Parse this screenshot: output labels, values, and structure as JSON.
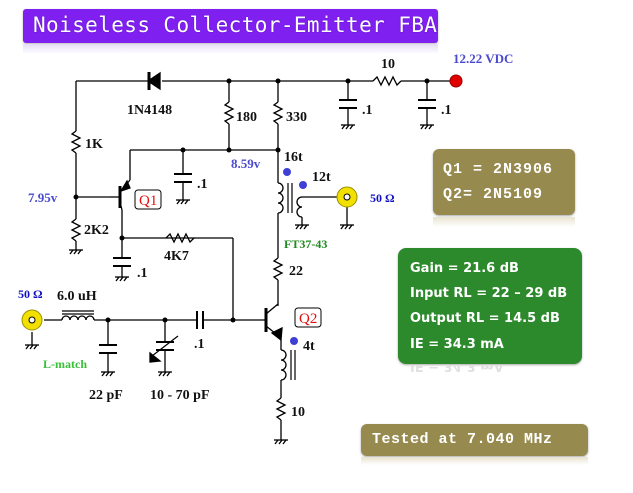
{
  "title": "Noiseless Collector-Emitter FBA",
  "supply": {
    "label": "12.22 VDC",
    "color": "#e00000"
  },
  "components": {
    "diode": "1N4148",
    "r_1k": "1K",
    "r_180": "180",
    "r_330": "330",
    "r_10_supply": "10",
    "c_supply_1": ".1",
    "c_supply_2": ".1",
    "c_q1_emitter": ".1",
    "r_2k2": "2K2",
    "c_q1_collector": ".1",
    "r_4k7": "4K7",
    "r_22": "22",
    "r_10_emitter": "10",
    "inductor": "6.0 uH",
    "c_22pf": "22 pF",
    "c_trimmer": "10 - 70 pF",
    "c_coupling": ".1",
    "transformer_core": "FT37-43",
    "t_primary": "16t",
    "t_secondary": "12t",
    "t_emitter": "4t"
  },
  "voltages": {
    "q1_base": "7.95v",
    "q1_emitter": "8.59v"
  },
  "ports": {
    "input": "50 Ω",
    "output": "50 Ω",
    "input_match": "L-match"
  },
  "transistors": {
    "q1": "Q1",
    "q2": "Q2"
  },
  "models": {
    "line1": "Q1 = 2N3906",
    "line2": "Q2= 2N5109"
  },
  "results": {
    "gain": "Gain = 21.6 dB",
    "input_rl": "Input RL = 22 – 29 dB",
    "output_rl": "Output RL = 14.5 dB",
    "ie": "IE = 34.3 mA"
  },
  "tested": "Tested at 7.040 MHz"
}
